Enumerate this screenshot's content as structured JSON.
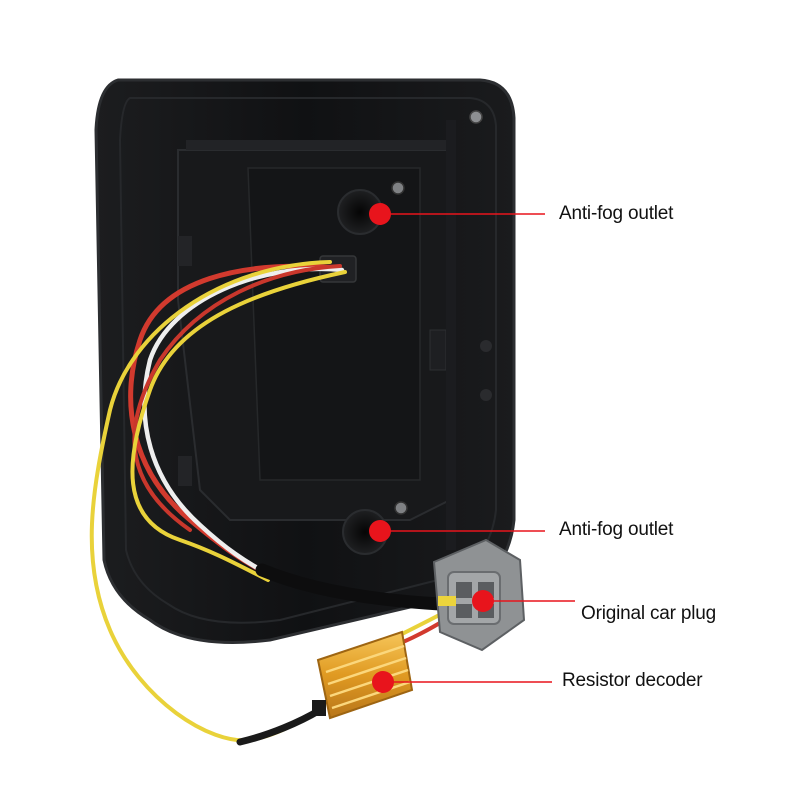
{
  "colors": {
    "marker": "#e8141c",
    "leader_line": "#e8141c",
    "housing": "#121314",
    "housing_edge": "#2c2e31",
    "wire_yellow": "#e9d23a",
    "wire_red": "#d23a2e",
    "wire_white": "#eeeeee",
    "plug_gray": "#8f9294",
    "resistor_gold": "#e3a42c"
  },
  "callouts": [
    {
      "id": "anti-fog-outlet-top",
      "label": "Anti-fog outlet"
    },
    {
      "id": "anti-fog-outlet-bottom",
      "label": "Anti-fog outlet"
    },
    {
      "id": "original-car-plug",
      "label": "Original car plug"
    },
    {
      "id": "resistor-decoder",
      "label": "Resistor decoder"
    }
  ]
}
